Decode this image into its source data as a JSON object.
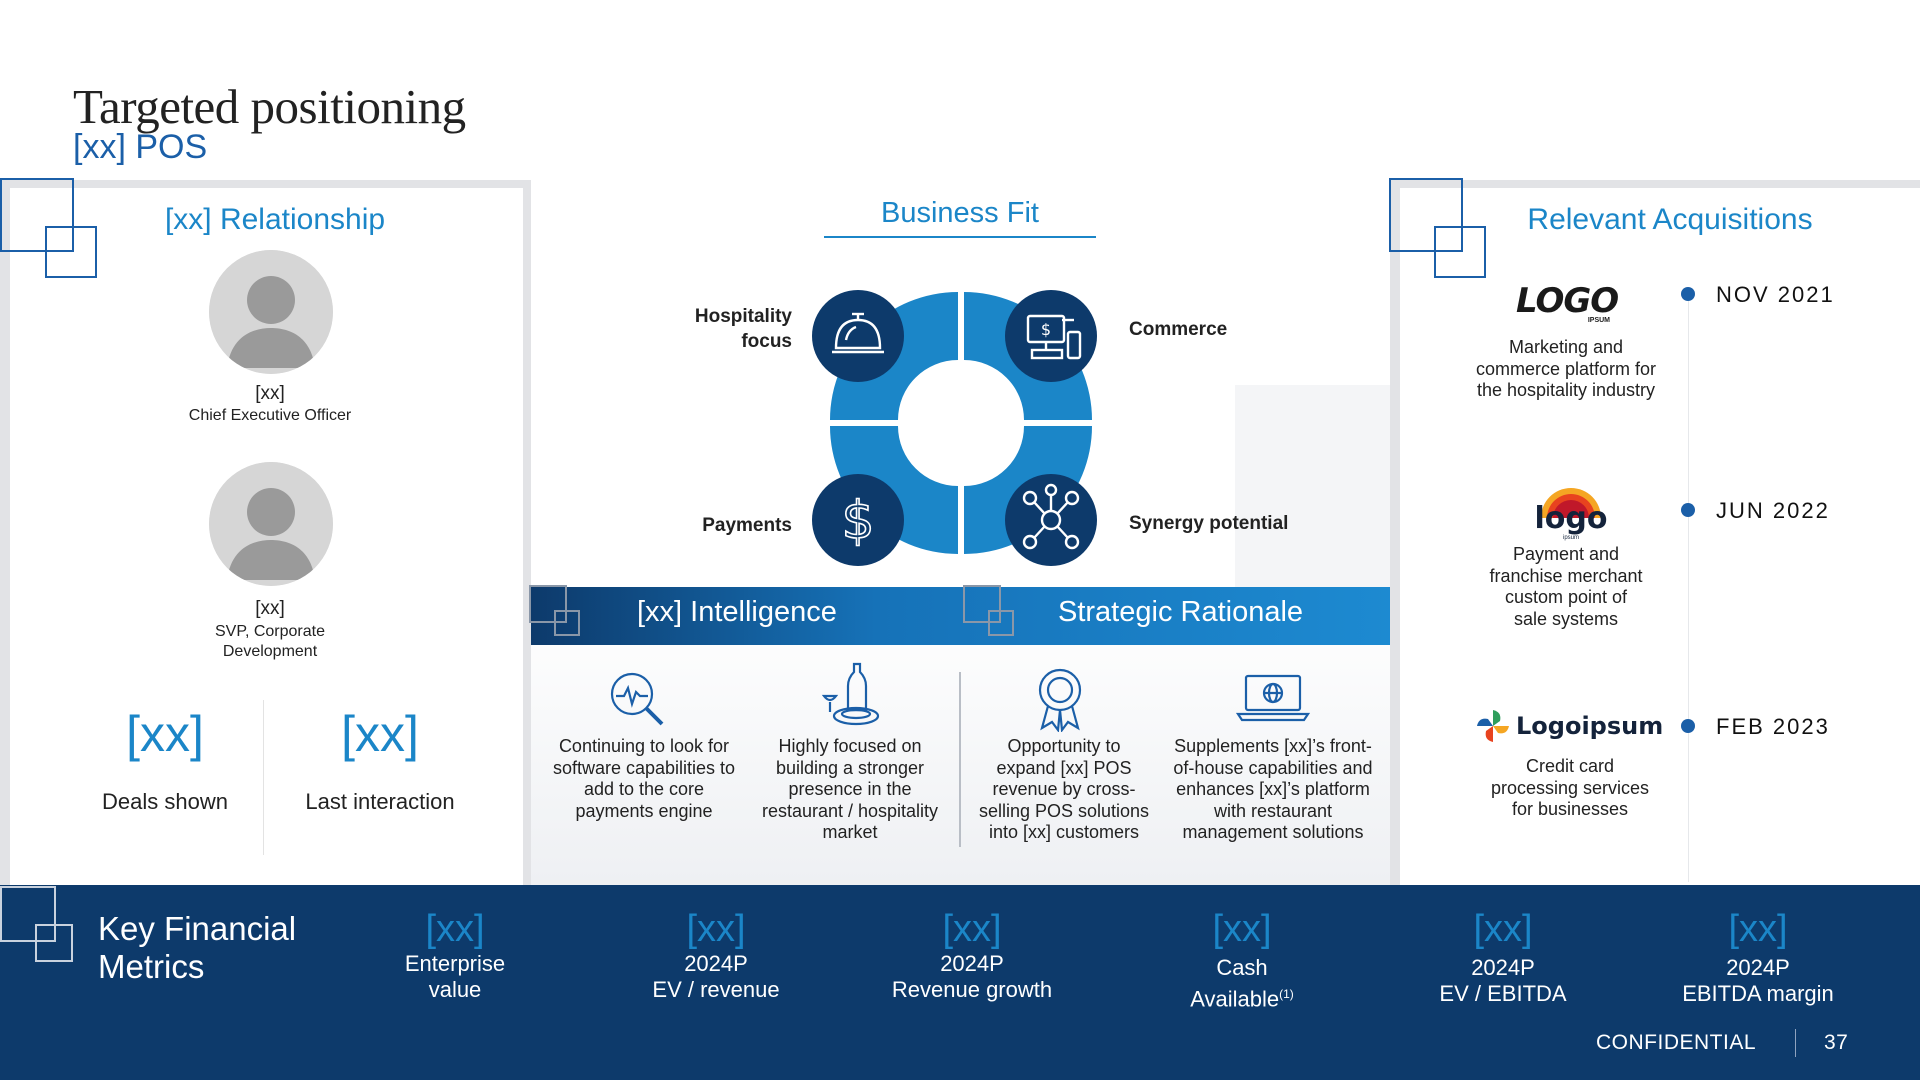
{
  "title": "Targeted positioning",
  "subtitle": "[xx] POS",
  "relationship": {
    "heading": "[xx] Relationship",
    "people": [
      {
        "name": "[xx]",
        "role": "Chief Executive Officer"
      },
      {
        "name": "[xx]",
        "role_line1": "SVP, Corporate",
        "role_line2": "Development"
      }
    ],
    "stats": [
      {
        "value": "[xx]",
        "label": "Deals shown"
      },
      {
        "value": "[xx]",
        "label": "Last interaction"
      }
    ]
  },
  "business_fit": {
    "heading": "Business Fit",
    "quadrants": [
      {
        "label_line1": "Hospitality",
        "label_line2": "focus",
        "icon": "service-bell-icon"
      },
      {
        "label": "Commerce",
        "icon": "checkout-register-icon"
      },
      {
        "label": "Payments",
        "icon": "dollar-icon"
      },
      {
        "label": "Synergy potential",
        "icon": "network-icon"
      }
    ],
    "colors": {
      "ring": "#1b86c8",
      "circle": "#0d3a6b"
    }
  },
  "strategic": {
    "left_heading": "[xx] Intelligence",
    "right_heading": "Strategic Rationale",
    "columns": [
      {
        "icon": "analytics-magnifier-icon",
        "lines": [
          "Continuing to look for",
          "software capabilities to",
          "add to the core",
          "payments engine"
        ]
      },
      {
        "icon": "restaurant-dining-icon",
        "lines": [
          "Highly focused on",
          "building a stronger",
          "presence in the",
          "restaurant / hospitality",
          "market"
        ]
      },
      {
        "icon": "award-ribbon-icon",
        "lines": [
          "Opportunity to",
          "expand [xx] POS",
          "revenue by cross-",
          "selling POS solutions",
          "into [xx] customers"
        ]
      },
      {
        "icon": "laptop-globe-icon",
        "lines": [
          "Supplements [xx]’s front-",
          "of-house capabilities and",
          "enhances [xx]’s platform",
          "with restaurant",
          "management solutions"
        ]
      }
    ]
  },
  "acquisitions": {
    "heading": "Relevant Acquisitions",
    "items": [
      {
        "date": "NOV 2021",
        "logo_text": "LOGO",
        "logo_sub": "IPSUM",
        "lines": [
          "Marketing and",
          "commerce platform for",
          "the hospitality industry"
        ]
      },
      {
        "date": "JUN 2022",
        "logo_text": "logo",
        "logo_sub": "ipsum",
        "lines": [
          "Payment and",
          "franchise merchant",
          "custom point of",
          "sale systems"
        ]
      },
      {
        "date": "FEB 2023",
        "logo_text": "Logoipsum",
        "lines": [
          "Credit card",
          "processing services",
          "for businesses"
        ]
      }
    ]
  },
  "financials": {
    "heading_line1": "Key Financial",
    "heading_line2": "Metrics",
    "metrics": [
      {
        "value": "[xx]",
        "line1": "Enterprise",
        "line2": "value"
      },
      {
        "value": "[xx]",
        "line1": "2024P",
        "line2": "EV / revenue"
      },
      {
        "value": "[xx]",
        "line1": "2024P",
        "line2": "Revenue growth"
      },
      {
        "value": "[xx]",
        "line1": "Cash",
        "line2": "Available",
        "sup": "(1)"
      },
      {
        "value": "[xx]",
        "line1": "2024P",
        "line2": "EV / EBITDA"
      },
      {
        "value": "[xx]",
        "line1": "2024P",
        "line2": "EBITDA margin"
      }
    ]
  },
  "footer": {
    "confidential": "CONFIDENTIAL",
    "page": "37"
  }
}
